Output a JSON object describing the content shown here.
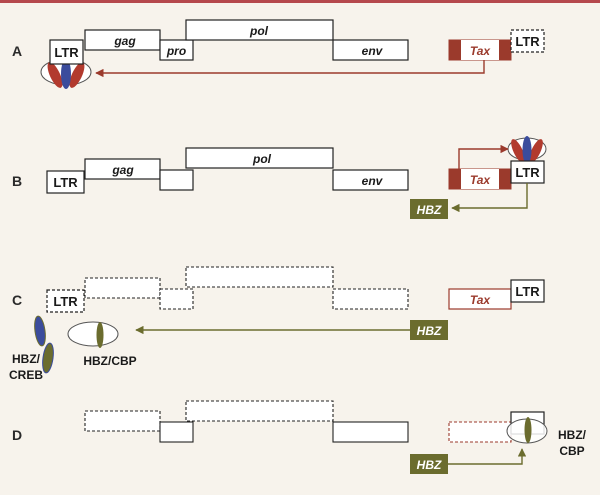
{
  "colors": {
    "background": "#f7f3ec",
    "top_rule": "#b5484d",
    "tax_dark": "#9b3a2c",
    "tax_text_light": "#9b3a2c",
    "hbz_fill": "#6b6c2e",
    "arrow_red": "#9b3a2c",
    "arrow_olive": "#6b6c2e",
    "blue_protein": "#3b4c9c",
    "red_protein": "#b23a2e",
    "olive_protein": "#6b6c2e"
  },
  "rows": [
    {
      "letter": "A"
    },
    {
      "letter": "B"
    },
    {
      "letter": "C"
    },
    {
      "letter": "D"
    }
  ],
  "labels": {
    "ltr": "LTR",
    "gag": "gag",
    "pro": "pro",
    "pol": "pol",
    "env": "env",
    "tax": "Tax",
    "hbz": "HBZ",
    "hbz_creb_line1": "HBZ/",
    "hbz_creb_line2": "CREB",
    "hbz_cbp_c": "HBZ/CBP",
    "hbz_cbp_d_line1": "HBZ/",
    "hbz_cbp_d_line2": "CBP"
  },
  "icons": {
    "transcription_complex": "transcription-complex-icon",
    "creb_protein": "creb-protein-icon",
    "cbp_protein": "cbp-protein-icon"
  }
}
